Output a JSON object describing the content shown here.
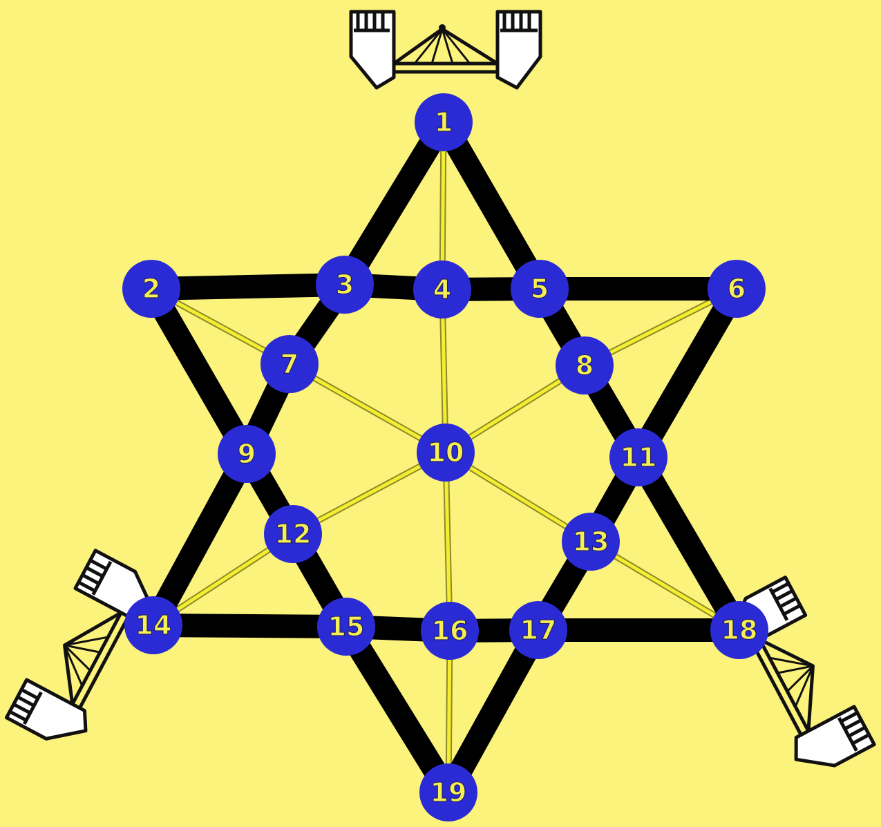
{
  "nodes": [
    {
      "id": 1,
      "label": "1"
    },
    {
      "id": 2,
      "label": "2"
    },
    {
      "id": 3,
      "label": "3"
    },
    {
      "id": 4,
      "label": "4"
    },
    {
      "id": 5,
      "label": "5"
    },
    {
      "id": 6,
      "label": "6"
    },
    {
      "id": 7,
      "label": "7"
    },
    {
      "id": 8,
      "label": "8"
    },
    {
      "id": 9,
      "label": "9"
    },
    {
      "id": 10,
      "label": "10"
    },
    {
      "id": 11,
      "label": "11"
    },
    {
      "id": 12,
      "label": "12"
    },
    {
      "id": 13,
      "label": "13"
    },
    {
      "id": 14,
      "label": "14"
    },
    {
      "id": 15,
      "label": "15"
    },
    {
      "id": 16,
      "label": "16"
    },
    {
      "id": 17,
      "label": "17"
    },
    {
      "id": 18,
      "label": "18"
    },
    {
      "id": 19,
      "label": "19"
    }
  ],
  "black_lines": [
    [
      1,
      3,
      7,
      9,
      14
    ],
    [
      1,
      5,
      8,
      11,
      18
    ],
    [
      2,
      3,
      4,
      5,
      6
    ],
    [
      14,
      15,
      16,
      17,
      18
    ],
    [
      2,
      9,
      12,
      15,
      19
    ],
    [
      6,
      11,
      13,
      17,
      19
    ]
  ],
  "yellow_lines": [
    [
      1,
      4,
      10,
      16,
      19
    ],
    [
      2,
      7,
      10,
      13,
      18
    ],
    [
      6,
      8,
      10,
      12,
      14
    ]
  ],
  "castle_icons": [
    "castle-gate-icon-top",
    "castle-gate-icon-bottom-left",
    "castle-gate-icon-bottom-right"
  ],
  "colors": {
    "background": "#fcf37c",
    "node_fill": "#2b2bd6",
    "node_label": "#f5ee55",
    "black_line": "#000000",
    "yellow_line": "#f5ee30",
    "castle_fill": "#ffffff",
    "castle_stroke": "#111111"
  }
}
